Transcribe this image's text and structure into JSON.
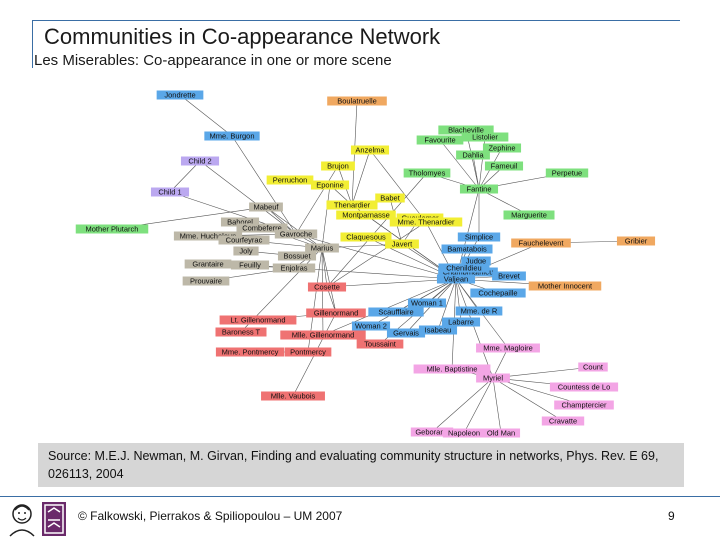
{
  "slide": {
    "title": "Communities in Co-appearance Network",
    "subtitle": "Les Miserables: Co-appearance in one or more scene",
    "source": "Source: M.E.J. Newman, M. Girvan, Finding and evaluating community structure in networks, Phys. Rev. E 69, 026113, 2004",
    "footer": "© Falkowski, Pierrakos & Spiliopoulou – UM 2007",
    "page_number": "9"
  },
  "network": {
    "colors": {
      "blue": "#5aa7e8",
      "orange": "#f0a860",
      "yellow": "#f2ee33",
      "green": "#7ee07e",
      "gray": "#bdb8a8",
      "red": "#ef7272",
      "pink": "#f3a5e5",
      "purple": "#bba8f0",
      "edge": "#555555"
    },
    "nodes": [
      {
        "id": "jondrette",
        "label": "Jondrette",
        "color": "blue"
      },
      {
        "id": "boulatruelle",
        "label": "Boulatruelle",
        "color": "orange"
      },
      {
        "id": "mmeburgon",
        "label": "Mme. Burgon",
        "color": "blue"
      },
      {
        "id": "child2",
        "label": "Child 2",
        "color": "purple"
      },
      {
        "id": "child1",
        "label": "Child 1",
        "color": "purple"
      },
      {
        "id": "anzelma",
        "label": "Anzelma",
        "color": "yellow"
      },
      {
        "id": "brujon",
        "label": "Brujon",
        "color": "yellow"
      },
      {
        "id": "perruchon",
        "label": "Perruchon",
        "color": "yellow"
      },
      {
        "id": "eponine",
        "label": "Eponine",
        "color": "yellow"
      },
      {
        "id": "babet",
        "label": "Babet",
        "color": "yellow"
      },
      {
        "id": "thenardier",
        "label": "Thenardier",
        "color": "yellow"
      },
      {
        "id": "montparnasse",
        "label": "Montparnasse",
        "color": "yellow"
      },
      {
        "id": "gueulemer",
        "label": "Gueulemer",
        "color": "yellow"
      },
      {
        "id": "claquesous",
        "label": "Claquesous",
        "color": "yellow"
      },
      {
        "id": "javert",
        "label": "Javert",
        "color": "yellow"
      },
      {
        "id": "mmethenardier",
        "label": "Mme. Thenardier",
        "color": "yellow"
      },
      {
        "id": "blacheville",
        "label": "Blacheville",
        "color": "green"
      },
      {
        "id": "favourite",
        "label": "Favourite",
        "color": "green"
      },
      {
        "id": "listolier",
        "label": "Listolier",
        "color": "green"
      },
      {
        "id": "zephine",
        "label": "Zephine",
        "color": "green"
      },
      {
        "id": "dahlia",
        "label": "Dahlia",
        "color": "green"
      },
      {
        "id": "fameuil",
        "label": "Fameuil",
        "color": "green"
      },
      {
        "id": "tholomyes",
        "label": "Tholomyes",
        "color": "green"
      },
      {
        "id": "perpetue",
        "label": "Perpetue",
        "color": "green"
      },
      {
        "id": "fantine",
        "label": "Fantine",
        "color": "green"
      },
      {
        "id": "marguerite",
        "label": "Marguerite",
        "color": "green"
      },
      {
        "id": "motherplutarch",
        "label": "Mother Plutarch",
        "color": "green"
      },
      {
        "id": "mabeuf",
        "label": "Mabeuf",
        "color": "gray"
      },
      {
        "id": "bahorel",
        "label": "Bahorel",
        "color": "gray"
      },
      {
        "id": "combeferre",
        "label": "Combeferre",
        "color": "gray"
      },
      {
        "id": "mmehucheloup",
        "label": "Mme. Hucheloup",
        "color": "gray"
      },
      {
        "id": "gavroche",
        "label": "Gavroche",
        "color": "gray"
      },
      {
        "id": "courfeyrac",
        "label": "Courfeyrac",
        "color": "gray"
      },
      {
        "id": "joly",
        "label": "Joly",
        "color": "gray"
      },
      {
        "id": "bossuet",
        "label": "Bossuet",
        "color": "gray"
      },
      {
        "id": "grantaire",
        "label": "Grantaire",
        "color": "gray"
      },
      {
        "id": "feuilly",
        "label": "Feuilly",
        "color": "gray"
      },
      {
        "id": "enjolras",
        "label": "Enjolras",
        "color": "gray"
      },
      {
        "id": "prouvaire",
        "label": "Prouvaire",
        "color": "gray"
      },
      {
        "id": "marius",
        "label": "Marius",
        "color": "gray"
      },
      {
        "id": "simplice",
        "label": "Simplice",
        "color": "blue"
      },
      {
        "id": "bamatabois",
        "label": "Bamatabois",
        "color": "blue"
      },
      {
        "id": "fauchelevent",
        "label": "Fauchelevent",
        "color": "orange"
      },
      {
        "id": "gribier",
        "label": "Gribier",
        "color": "orange"
      },
      {
        "id": "judge",
        "label": "Judge",
        "color": "blue"
      },
      {
        "id": "champmathieu",
        "label": "Champmathieu",
        "color": "blue"
      },
      {
        "id": "brevet",
        "label": "Brevet",
        "color": "blue"
      },
      {
        "id": "motherinnocent",
        "label": "Mother Innocent",
        "color": "orange"
      },
      {
        "id": "valjean",
        "label": "Valjean",
        "color": "blue"
      },
      {
        "id": "chenildieu",
        "label": "Chenildieu",
        "color": "blue"
      },
      {
        "id": "cosette",
        "label": "Cosette",
        "color": "red"
      },
      {
        "id": "cochepaille",
        "label": "Cochepaille",
        "color": "blue"
      },
      {
        "id": "woman1",
        "label": "Woman 1",
        "color": "blue"
      },
      {
        "id": "mmedr",
        "label": "Mme. de R",
        "color": "blue"
      },
      {
        "id": "scaufflaire",
        "label": "Scaufflaire",
        "color": "blue"
      },
      {
        "id": "gillenormand",
        "label": "Gillenormand",
        "color": "red"
      },
      {
        "id": "labaronne",
        "label": "Labarre",
        "color": "blue"
      },
      {
        "id": "ltgillenormand",
        "label": "Lt. Gillenormand",
        "color": "red"
      },
      {
        "id": "isabeau",
        "label": "Isabeau",
        "color": "blue"
      },
      {
        "id": "baronesst",
        "label": "Baroness T",
        "color": "red"
      },
      {
        "id": "mllegillenormand",
        "label": "Mlle. Gillenormand",
        "color": "red"
      },
      {
        "id": "woman2",
        "label": "Woman 2",
        "color": "blue"
      },
      {
        "id": "gervais",
        "label": "Gervais",
        "color": "blue"
      },
      {
        "id": "toussaint",
        "label": "Toussaint",
        "color": "red"
      },
      {
        "id": "mmepontmercy",
        "label": "Mme. Pontmercy",
        "color": "red"
      },
      {
        "id": "pontmercy",
        "label": "Pontmercy",
        "color": "red"
      },
      {
        "id": "mmemagloire",
        "label": "Mme. Magloire",
        "color": "pink"
      },
      {
        "id": "mllebaptistine",
        "label": "Mlle. Baptistine",
        "color": "pink"
      },
      {
        "id": "count",
        "label": "Count",
        "color": "pink"
      },
      {
        "id": "myriel",
        "label": "Myriel",
        "color": "pink"
      },
      {
        "id": "comtessedelo",
        "label": "Countess de Lo",
        "color": "pink"
      },
      {
        "id": "mllevaubois",
        "label": "Mlle. Vaubois",
        "color": "red"
      },
      {
        "id": "champtercier",
        "label": "Champtercier",
        "color": "pink"
      },
      {
        "id": "cravatte",
        "label": "Cravatte",
        "color": "pink"
      },
      {
        "id": "geborand",
        "label": "Geborand",
        "color": "pink"
      },
      {
        "id": "napoleon",
        "label": "Napoleon",
        "color": "pink"
      },
      {
        "id": "oldman",
        "label": "Old Man",
        "color": "pink"
      }
    ],
    "edges": [
      [
        "jondrette",
        "mmeburgon"
      ],
      [
        "mmeburgon",
        "gavroche"
      ],
      [
        "boulatruelle",
        "thenardier"
      ],
      [
        "child2",
        "gavroche"
      ],
      [
        "child1",
        "gavroche"
      ],
      [
        "child1",
        "child2"
      ],
      [
        "anzelma",
        "thenardier"
      ],
      [
        "anzelma",
        "mmethenardier"
      ],
      [
        "brujon",
        "thenardier"
      ],
      [
        "brujon",
        "gavroche"
      ],
      [
        "eponine",
        "thenardier"
      ],
      [
        "eponine",
        "marius"
      ],
      [
        "babet",
        "thenardier"
      ],
      [
        "babet",
        "javert"
      ],
      [
        "montparnasse",
        "valjean"
      ],
      [
        "gueulemer",
        "javert"
      ],
      [
        "claquesous",
        "valjean"
      ],
      [
        "javert",
        "valjean"
      ],
      [
        "javert",
        "marius"
      ],
      [
        "thenardier",
        "valjean"
      ],
      [
        "mmethenardier",
        "valjean"
      ],
      [
        "mmethenardier",
        "cosette"
      ],
      [
        "blacheville",
        "fantine"
      ],
      [
        "favourite",
        "fantine"
      ],
      [
        "listolier",
        "fantine"
      ],
      [
        "zephine",
        "fantine"
      ],
      [
        "dahlia",
        "fantine"
      ],
      [
        "fameuil",
        "fantine"
      ],
      [
        "tholomyes",
        "fantine"
      ],
      [
        "tholomyes",
        "cosette"
      ],
      [
        "perpetue",
        "fantine"
      ],
      [
        "fantine",
        "valjean"
      ],
      [
        "marguerite",
        "fantine"
      ],
      [
        "motherplutarch",
        "mabeuf"
      ],
      [
        "mabeuf",
        "gavroche"
      ],
      [
        "mabeuf",
        "marius"
      ],
      [
        "bahorel",
        "gavroche"
      ],
      [
        "combeferre",
        "marius"
      ],
      [
        "gavroche",
        "marius"
      ],
      [
        "gavroche",
        "valjean"
      ],
      [
        "courfeyrac",
        "marius"
      ],
      [
        "joly",
        "bossuet"
      ],
      [
        "bossuet",
        "marius"
      ],
      [
        "enjolras",
        "marius"
      ],
      [
        "enjolras",
        "valjean"
      ],
      [
        "prouvaire",
        "enjolras"
      ],
      [
        "feuilly",
        "enjolras"
      ],
      [
        "grantaire",
        "enjolras"
      ],
      [
        "mmehucheloup",
        "gavroche"
      ],
      [
        "simplice",
        "fantine"
      ],
      [
        "simplice",
        "valjean"
      ],
      [
        "bamatabois",
        "valjean"
      ],
      [
        "fauchelevent",
        "valjean"
      ],
      [
        "gribier",
        "fauchelevent"
      ],
      [
        "judge",
        "valjean"
      ],
      [
        "champmathieu",
        "valjean"
      ],
      [
        "brevet",
        "valjean"
      ],
      [
        "motherinnocent",
        "valjean"
      ],
      [
        "chenildieu",
        "valjean"
      ],
      [
        "cochepaille",
        "valjean"
      ],
      [
        "cosette",
        "valjean"
      ],
      [
        "cosette",
        "marius"
      ],
      [
        "woman1",
        "valjean"
      ],
      [
        "mmedr",
        "valjean"
      ],
      [
        "scaufflaire",
        "valjean"
      ],
      [
        "gillenormand",
        "marius"
      ],
      [
        "gillenormand",
        "cosette"
      ],
      [
        "labaronne",
        "valjean"
      ],
      [
        "ltgillenormand",
        "gillenormand"
      ],
      [
        "isabeau",
        "valjean"
      ],
      [
        "baronesst",
        "marius"
      ],
      [
        "mllegillenormand",
        "marius"
      ],
      [
        "mllegillenormand",
        "valjean"
      ],
      [
        "woman2",
        "valjean"
      ],
      [
        "gervais",
        "valjean"
      ],
      [
        "toussaint",
        "valjean"
      ],
      [
        "mmepontmercy",
        "pontmercy"
      ],
      [
        "pontmercy",
        "marius"
      ],
      [
        "mmemagloire",
        "valjean"
      ],
      [
        "mllebaptistine",
        "valjean"
      ],
      [
        "myriel",
        "valjean"
      ],
      [
        "count",
        "myriel"
      ],
      [
        "comtessedelo",
        "myriel"
      ],
      [
        "mllevaubois",
        "gillenormand"
      ],
      [
        "champtercier",
        "myriel"
      ],
      [
        "cravatte",
        "myriel"
      ],
      [
        "geborand",
        "myriel"
      ],
      [
        "napoleon",
        "myriel"
      ],
      [
        "oldman",
        "myriel"
      ],
      [
        "mmemagloire",
        "myriel"
      ],
      [
        "mllebaptistine",
        "myriel"
      ]
    ]
  }
}
